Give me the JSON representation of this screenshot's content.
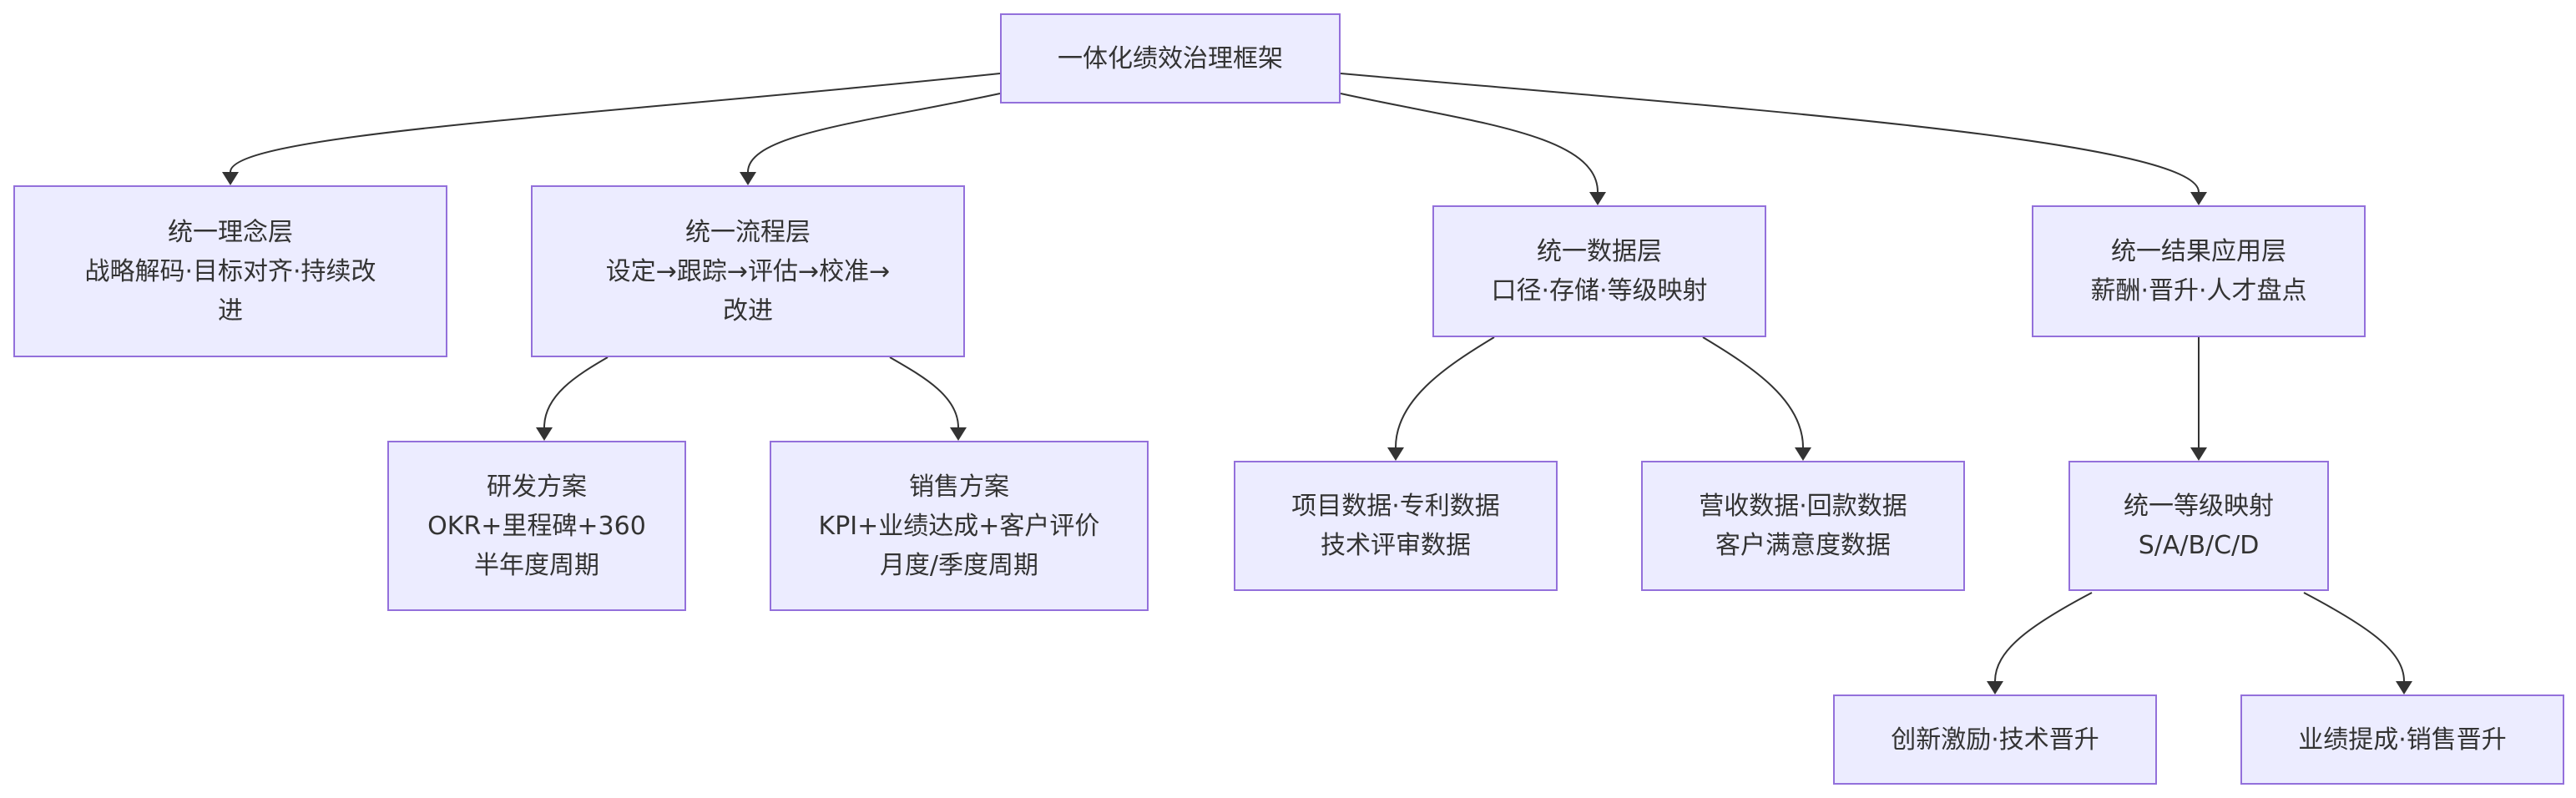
{
  "nodes": {
    "root": {
      "lines": [
        "一体化绩效治理框架"
      ]
    },
    "concept": {
      "lines": [
        "统一理念层",
        "战略解码·目标对齐·持续改",
        "进"
      ]
    },
    "process": {
      "lines": [
        "统一流程层",
        "设定→跟踪→评估→校准→",
        "改进"
      ]
    },
    "rnd": {
      "lines": [
        "研发方案",
        "OKR+里程碑+360",
        "半年度周期"
      ]
    },
    "sales": {
      "lines": [
        "销售方案",
        "KPI+业绩达成+客户评价",
        "月度/季度周期"
      ]
    },
    "datalayer": {
      "lines": [
        "统一数据层",
        "口径·存储·等级映射"
      ]
    },
    "projdata": {
      "lines": [
        "项目数据·专利数据",
        "技术评审数据"
      ]
    },
    "revdata": {
      "lines": [
        "营收数据·回款数据",
        "客户满意度数据"
      ]
    },
    "result": {
      "lines": [
        "统一结果应用层",
        "薪酬·晋升·人才盘点"
      ]
    },
    "grade": {
      "lines": [
        "统一等级映射",
        "S/A/B/C/D"
      ]
    },
    "innov": {
      "lines": [
        "创新激励·技术晋升"
      ]
    },
    "perf": {
      "lines": [
        "业绩提成·销售晋升"
      ]
    }
  }
}
